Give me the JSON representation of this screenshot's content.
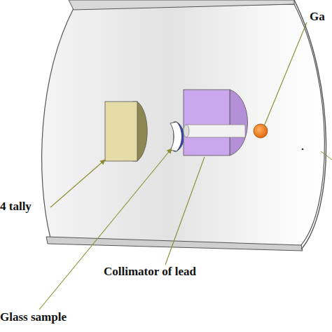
{
  "diagram": {
    "labels": [
      "Ga",
      "4 tally",
      "Collimator of lead",
      "Glass sample"
    ]
  }
}
